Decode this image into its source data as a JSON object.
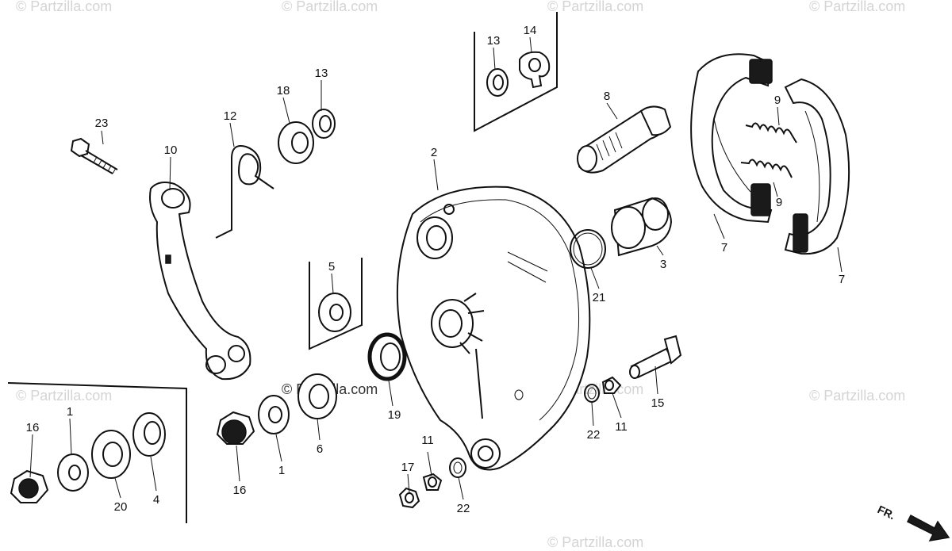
{
  "watermarks": {
    "top": [
      "© Partzilla.com",
      "© Partzilla.com",
      "© Partzilla.com",
      "© Partzilla.com"
    ],
    "left": "© Partzilla.com",
    "center": "© Partzilla.com",
    "right_mid": "© Partzilla.com",
    "right": "© Partzilla.com",
    "bottom": "© Partzilla.com"
  },
  "direction_marker": "FR.",
  "callouts": {
    "c1a": "1",
    "c1b": "1",
    "c2": "2",
    "c3": "3",
    "c4": "4",
    "c5": "5",
    "c6": "6",
    "c7a": "7",
    "c7b": "7",
    "c8": "8",
    "c9a": "9",
    "c9b": "9",
    "c10": "10",
    "c11a": "11",
    "c11b": "11",
    "c12": "12",
    "c13a": "13",
    "c13b": "13",
    "c14": "14",
    "c15": "15",
    "c16a": "16",
    "c16b": "16",
    "c17": "17",
    "c18": "18",
    "c19": "19",
    "c20": "20",
    "c21": "21",
    "c22a": "22",
    "c22b": "22",
    "c23": "23"
  }
}
